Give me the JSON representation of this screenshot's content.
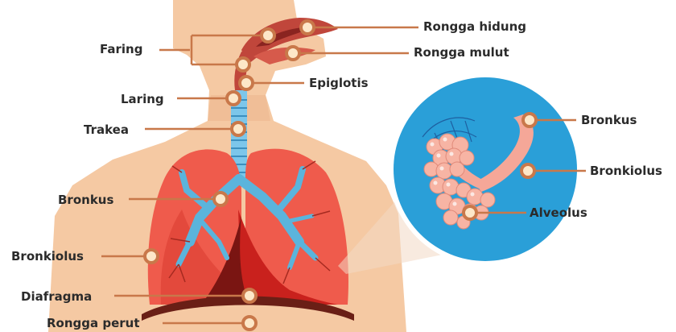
{
  "labels": {
    "faring": "Faring",
    "rongga_hidung": "Rongga hidung",
    "rongga_mulut": "Rongga mulut",
    "epiglotis": "Epiglotis",
    "laring": "Laring",
    "trakea": "Trakea",
    "bronkus_left": "Bronkus",
    "bronkiolus_left": "Bronkiolus",
    "diafragma": "Diafragma",
    "rongga_perut": "Rongga perut",
    "bronkus_inset": "Bronkus",
    "bronkiolus_inset": "Bronkiolus",
    "alveolus": "Alveolus"
  },
  "colors": {
    "skin": "#f5c9a3",
    "skin_shade": "#e9b58d",
    "lung_light": "#ef5b4c",
    "lung_dark": "#c9211d",
    "bronchi": "#5bb4dc",
    "trachea": "#7cc6ea",
    "inset_bg": "#2a9fd8",
    "alveoli": "#f7b4a4",
    "leader": "#c8784a",
    "marker_ring": "#c9784a",
    "marker_fill": "#fde7c8",
    "diaphragm": "#6a1f16",
    "label_text": "#2b2b2b"
  }
}
